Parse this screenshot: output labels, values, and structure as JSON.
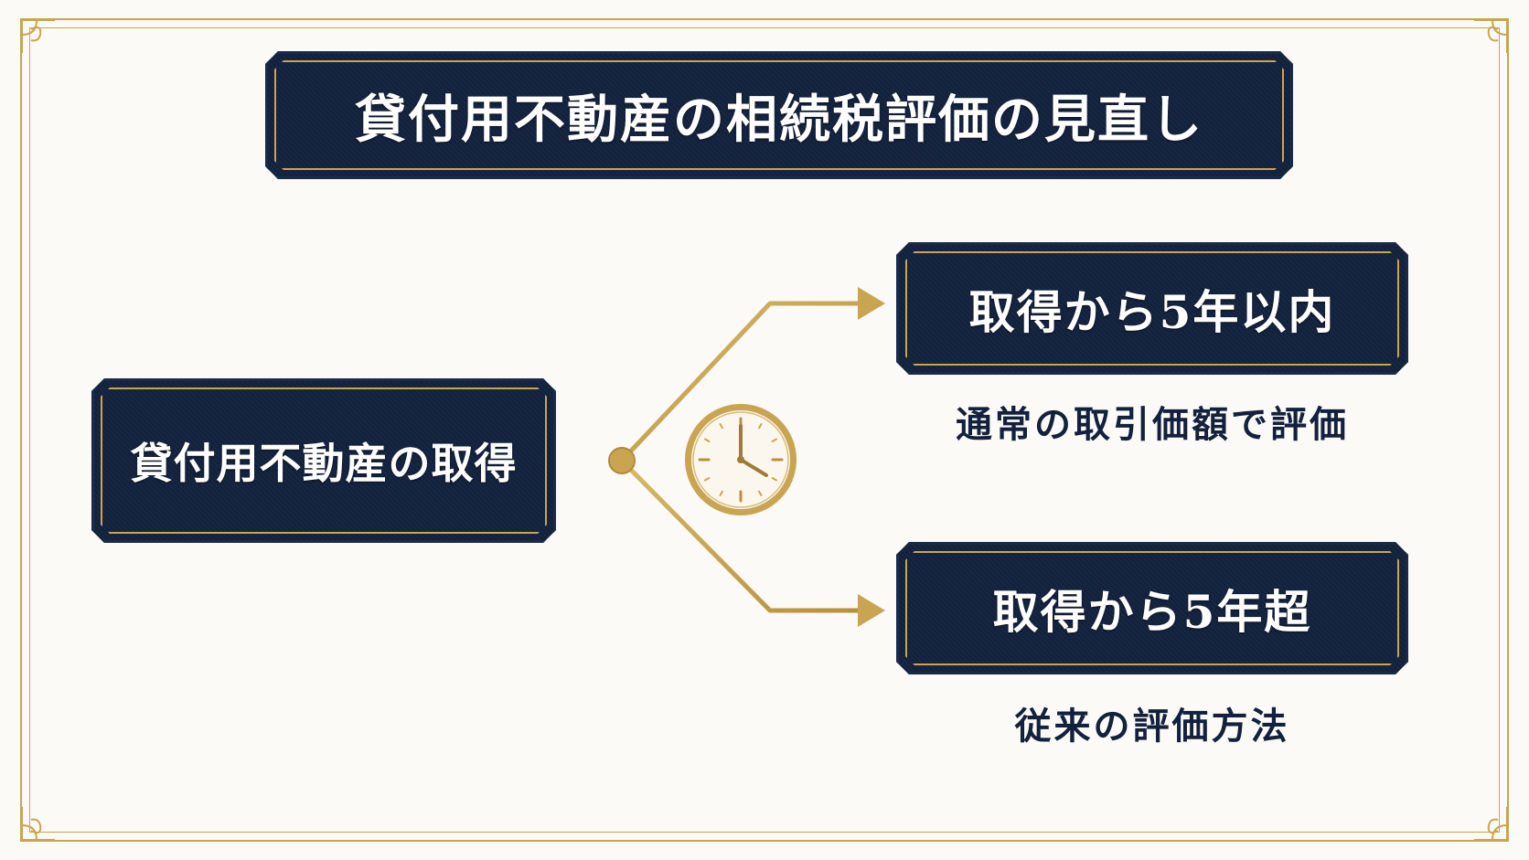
{
  "title": "貸付用不動産の相続税評価の見直し",
  "source": {
    "label": "貸付用不動産の取得"
  },
  "branches": [
    {
      "label": "取得から5年以内",
      "caption": "通常の取引価額で評価"
    },
    {
      "label": "取得から5年超",
      "caption": "従来の評価方法"
    }
  ],
  "icons": [
    "clock-icon",
    "arrow-icon",
    "ornament-corner-icon"
  ],
  "colors": {
    "navy": "#13223e",
    "gold": "#c9a552",
    "background": "#fbfaf7",
    "caption_text": "#14213d"
  }
}
